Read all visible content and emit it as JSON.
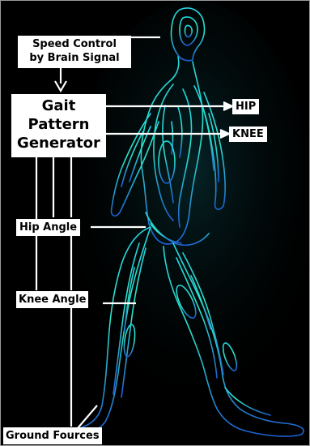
{
  "labels": {
    "speed_line1": "Speed Control",
    "speed_line2": "by Brain Signal",
    "gait_line1": "Gait",
    "gait_line2": "Pattern",
    "gait_line3": "Generator",
    "hip": "HIP",
    "knee": "KNEE",
    "hip_angle": "Hip Angle",
    "knee_angle": "Knee Angle",
    "ground_forces": "Ground Fources"
  },
  "colors": {
    "background": "#000000",
    "connector": "#ffffff",
    "label_bg": "#ffffff",
    "label_text": "#000000",
    "figure_cyan": "#2ee6d0",
    "figure_blue": "#2a6fd6"
  }
}
